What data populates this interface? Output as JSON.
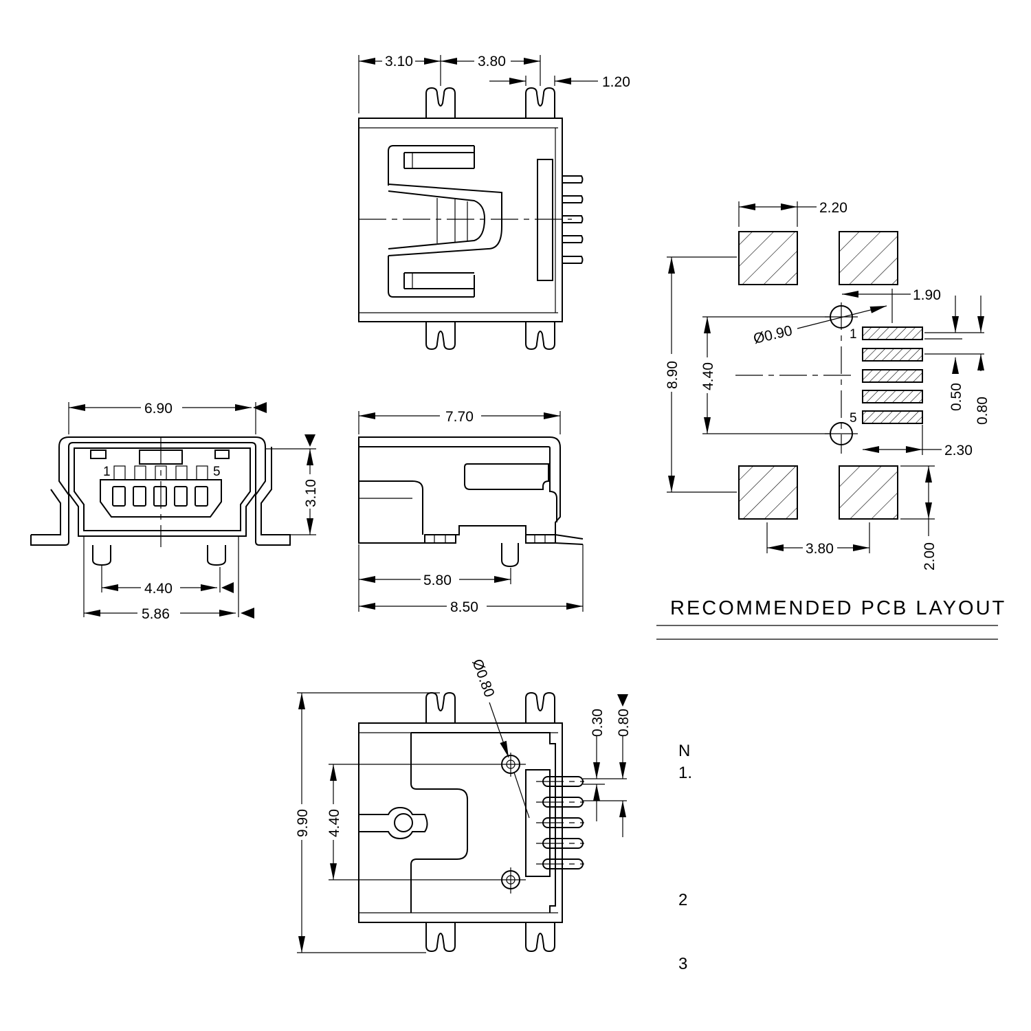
{
  "top_view": {
    "dims": {
      "d1": "3.10",
      "d2": "3.80",
      "d3": "1.20"
    }
  },
  "front_view": {
    "dims": {
      "width": "6.90",
      "height": "3.10",
      "inner": "4.40",
      "outer": "5.86"
    },
    "pins": {
      "first": "1",
      "last": "5"
    }
  },
  "side_view": {
    "dims": {
      "top": "7.70",
      "mid": "5.80",
      "bottom": "8.50"
    }
  },
  "pcb_layout": {
    "title": "RECOMMENDED PCB LAYOUT",
    "dims": {
      "pad_w": "2.20",
      "pitch_right": "1.90",
      "hole": "Ø0.90",
      "total_h": "8.90",
      "hole_span": "4.40",
      "pitch_a": "0.50",
      "pitch_b": "0.80",
      "pad_len": "2.30",
      "pad_gap": "3.80",
      "pad_h": "2.00"
    },
    "pins": {
      "first": "1",
      "last": "5"
    }
  },
  "bottom_view": {
    "dims": {
      "hole": "Ø0.80",
      "d1": "0.30",
      "d2": "0.80",
      "total_h": "9.90",
      "hole_span": "4.40"
    }
  },
  "notes": {
    "header": "N",
    "n1": "1.",
    "n2": "2",
    "n3": "3"
  }
}
